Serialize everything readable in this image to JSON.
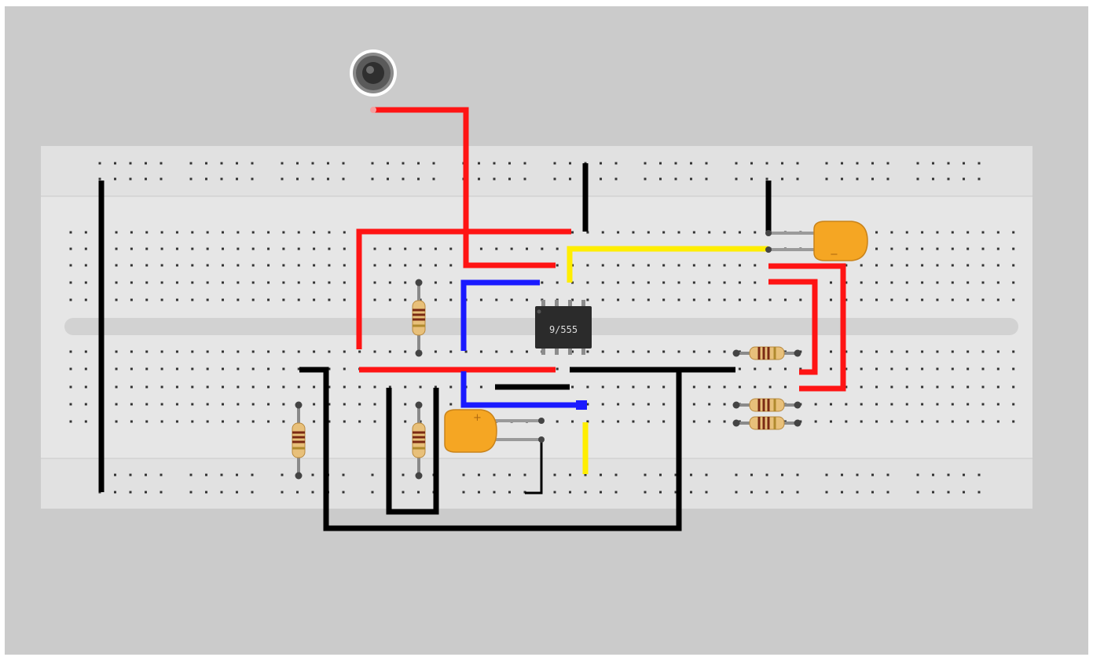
{
  "canvas": {
    "background": "#cbcbcb",
    "border": "#ffffff"
  },
  "breadboard": {
    "body_color": "#e6e6e6",
    "rail_color": "#e1e1e1",
    "channel_color": "#d2d2d2",
    "hole_color": "#333333"
  },
  "chip": {
    "label": "9/555",
    "body_color": "#2b2b2b",
    "text_color": "#dddddd",
    "pins": 8
  },
  "components": {
    "speaker": {
      "name": "speaker-icon"
    },
    "resistors": [
      {
        "name": "resistor-1",
        "orientation": "vertical"
      },
      {
        "name": "resistor-2",
        "orientation": "vertical"
      },
      {
        "name": "resistor-3",
        "orientation": "vertical"
      },
      {
        "name": "resistor-4",
        "orientation": "horizontal"
      },
      {
        "name": "resistor-5",
        "orientation": "horizontal"
      },
      {
        "name": "resistor-6",
        "orientation": "horizontal"
      }
    ],
    "capacitors": [
      {
        "name": "capacitor-1",
        "polarity_mark": "+"
      },
      {
        "name": "capacitor-2",
        "polarity_mark": "−"
      }
    ]
  },
  "wire_colors": {
    "red": "#ff1414",
    "black": "#000000",
    "blue": "#1a1aff",
    "yellow": "#ffee00"
  }
}
